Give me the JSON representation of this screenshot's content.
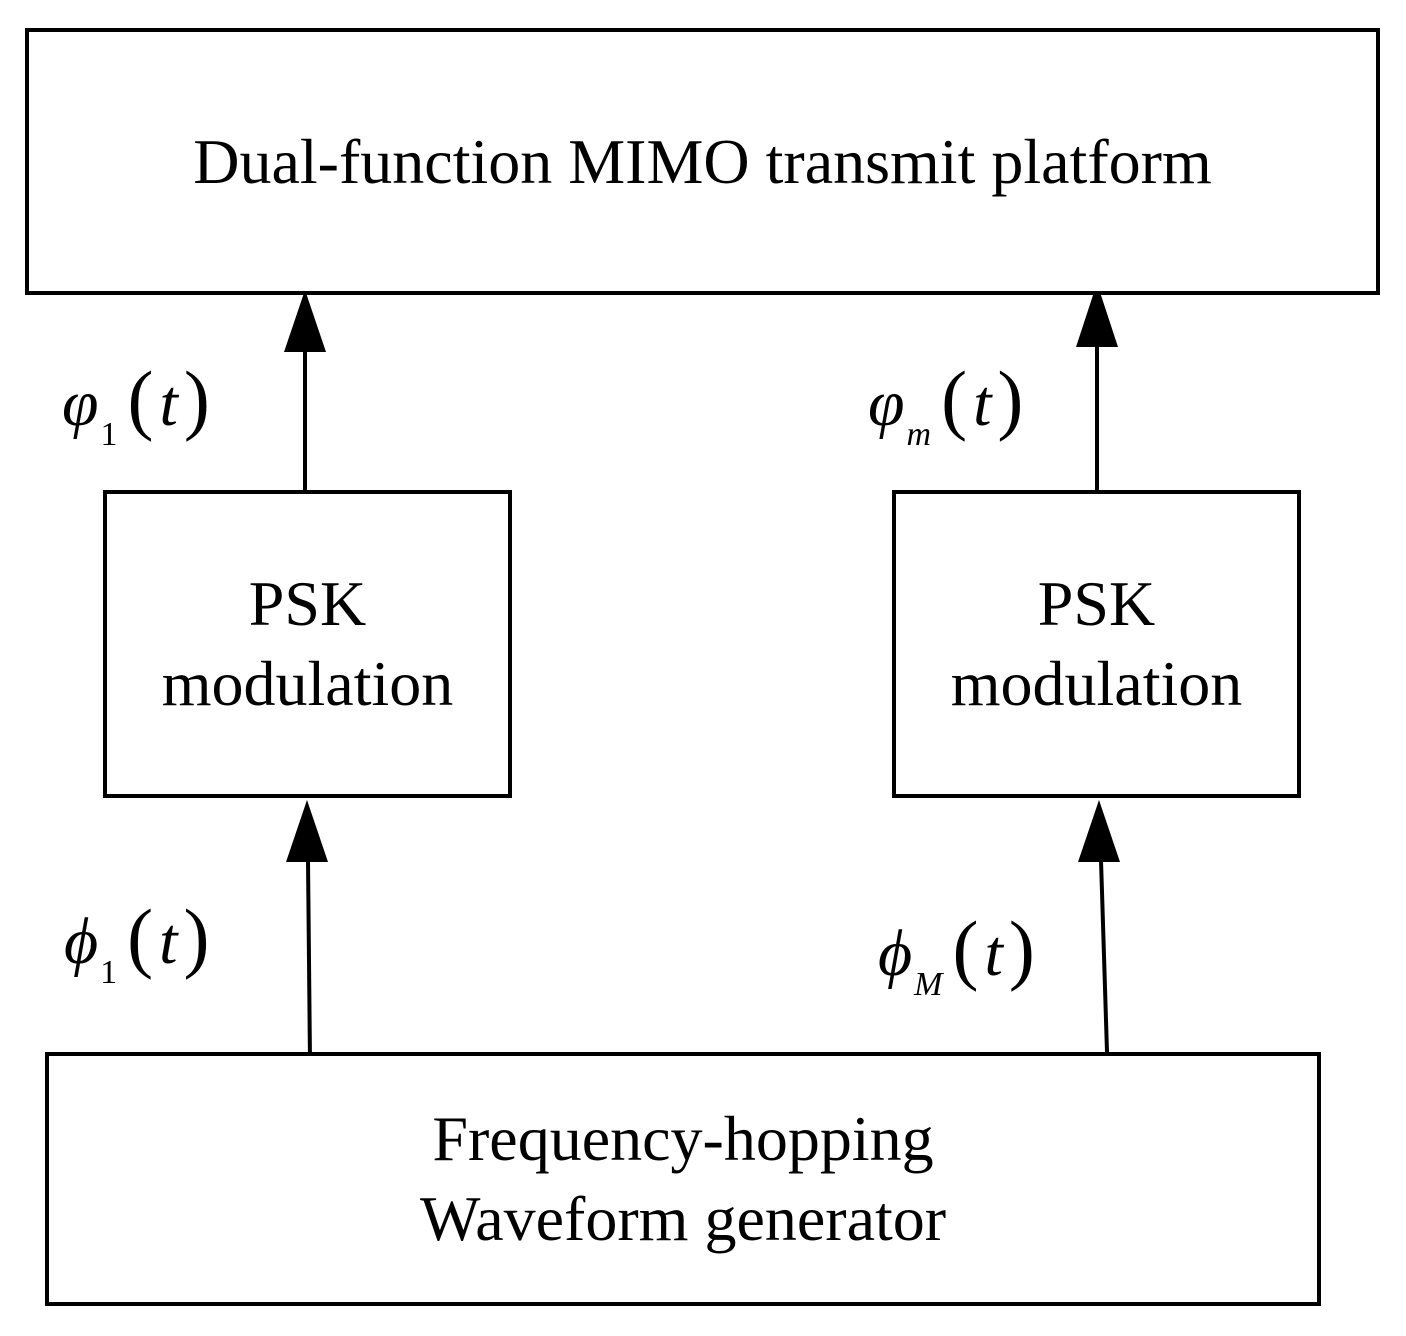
{
  "diagram": {
    "top_block": {
      "text": "Dual-function MIMO transmit platform"
    },
    "psk_left": {
      "line1": "PSK",
      "line2": "modulation"
    },
    "psk_right": {
      "line1": "PSK",
      "line2": "modulation"
    },
    "bottom_block": {
      "line1": "Frequency-hopping",
      "line2": "Waveform generator"
    },
    "labels": {
      "varphi_1": {
        "symbol": "φ",
        "subscript": "1",
        "open": "(",
        "arg": "t",
        "close": ")"
      },
      "varphi_m": {
        "symbol": "φ",
        "subscript": "m",
        "open": "(",
        "arg": "t",
        "close": ")"
      },
      "phi_1": {
        "symbol": "ϕ",
        "subscript": "1",
        "open": "(",
        "arg": "t",
        "close": ")"
      },
      "phi_M": {
        "symbol": "ϕ",
        "subscript": "M",
        "open": "(",
        "arg": "t",
        "close": ")"
      }
    },
    "colors": {
      "stroke": "#000000",
      "background": "#ffffff"
    }
  }
}
